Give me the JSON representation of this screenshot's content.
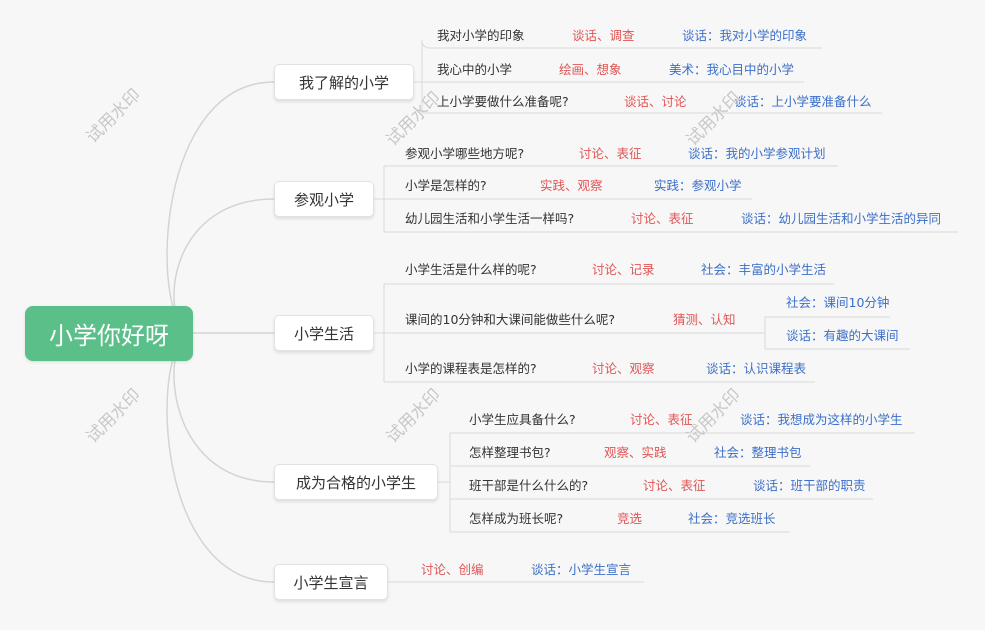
{
  "root": "小学你好呀",
  "watermark": "试用水印",
  "colors": {
    "root": "#5bbf8a",
    "question": "#333333",
    "method": "#e05555",
    "activity": "#3c6fc8"
  },
  "branches": [
    {
      "label": "我了解的小学",
      "topics": [
        {
          "question": "我对小学的印象",
          "method": "谈话、调查",
          "activities": [
            "谈话：我对小学的印象"
          ]
        },
        {
          "question": "我心中的小学",
          "method": "绘画、想象",
          "activities": [
            "美术：我心目中的小学"
          ]
        },
        {
          "question": "上小学要做什么准备呢?",
          "method": "谈话、讨论",
          "activities": [
            "谈话：上小学要准备什么"
          ]
        }
      ]
    },
    {
      "label": "参观小学",
      "topics": [
        {
          "question": "参观小学哪些地方呢?",
          "method": "讨论、表征",
          "activities": [
            "谈话：我的小学参观计划"
          ]
        },
        {
          "question": "小学是怎样的?",
          "method": "实践、观察",
          "activities": [
            "实践：参观小学"
          ]
        },
        {
          "question": "幼儿园生活和小学生活一样吗?",
          "method": "讨论、表征",
          "activities": [
            "谈话：幼儿园生活和小学生活的异同"
          ]
        }
      ]
    },
    {
      "label": "小学生活",
      "topics": [
        {
          "question": "小学生活是什么样的呢?",
          "method": "讨论、记录",
          "activities": [
            "社会：丰富的小学生活"
          ]
        },
        {
          "question": "课间的10分钟和大课间能做些什么呢?",
          "method": "猜测、认知",
          "activities": [
            "社会：课间10分钟",
            "谈话：有趣的大课间"
          ]
        },
        {
          "question": "小学的课程表是怎样的?",
          "method": "讨论、观察",
          "activities": [
            "谈话：认识课程表"
          ]
        }
      ]
    },
    {
      "label": "成为合格的小学生",
      "topics": [
        {
          "question": "小学生应具备什么?",
          "method": "讨论、表征",
          "activities": [
            "谈话：我想成为这样的小学生"
          ]
        },
        {
          "question": "怎样整理书包?",
          "method": "观察、实践",
          "activities": [
            "社会：整理书包"
          ]
        },
        {
          "question": "班干部是什么什么的?",
          "method": "讨论、表征",
          "activities": [
            "谈话：班干部的职责"
          ]
        },
        {
          "question": "怎样成为班长呢?",
          "method": "竞选",
          "activities": [
            "社会：竞选班长"
          ]
        }
      ]
    },
    {
      "label": "小学生宣言",
      "topics": [
        {
          "method": "讨论、创编",
          "activities": [
            "谈话：小学生宣言"
          ]
        }
      ]
    }
  ]
}
